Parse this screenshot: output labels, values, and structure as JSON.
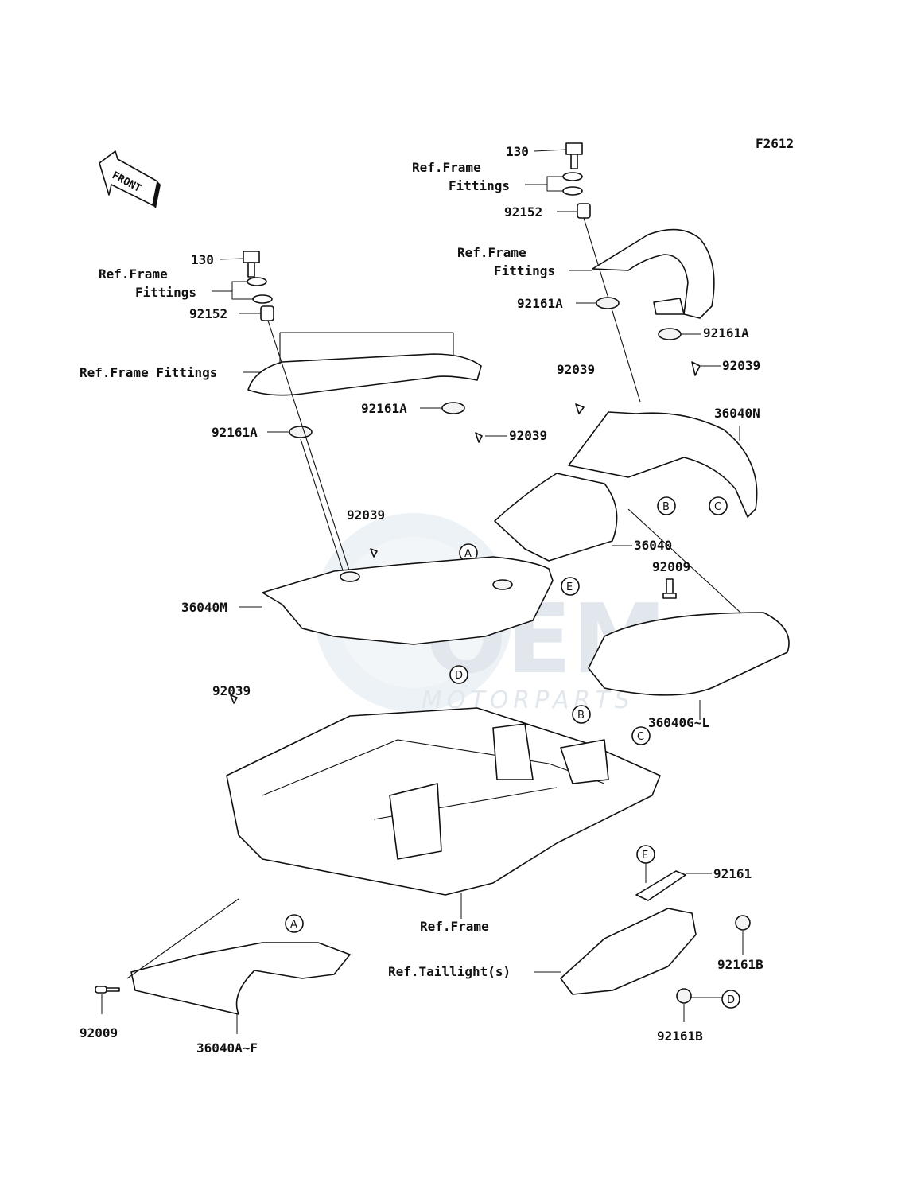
{
  "diagram_id": "F2612",
  "front_label": "FRONT",
  "watermark": {
    "brand": "OEM",
    "sub": "MOTORPARTS"
  },
  "part_labels": {
    "bolt_right": "130",
    "ref_frame_fittings_right_1a": "Ref.Frame",
    "ref_frame_fittings_right_1b": "Fittings",
    "collar_right": "92152",
    "ref_frame_fittings_right_2a": "Ref.Frame",
    "ref_frame_fittings_right_2b": "Fittings",
    "grommet_right_1": "92161A",
    "grommet_right_2": "92161A",
    "clip_right_1": "92039",
    "clip_right_2": "92039",
    "cover_right_upper": "36040N",
    "bolt_left": "130",
    "ref_frame_fittings_left_1a": "Ref.Frame",
    "ref_frame_fittings_left_1b": "Fittings",
    "collar_left": "92152",
    "ref_frame_fittings_left_2": "Ref.Frame Fittings",
    "grommet_center": "92161A",
    "grommet_left": "92161A",
    "clip_center": "92039",
    "clip_left_upper": "92039",
    "cover_center": "36040",
    "screw_right": "92009",
    "cover_left_upper": "36040M",
    "clip_left_lower": "92039",
    "cover_right_side": "36040G~L",
    "ref_frame": "Ref.Frame",
    "bracket": "92161",
    "grommet_b_1": "92161B",
    "ref_taillights": "Ref.Taillight(s)",
    "grommet_b_2": "92161B",
    "screw_left": "92009",
    "cover_left_side": "36040A~F"
  },
  "callouts": {
    "a1": "A",
    "a2": "A",
    "b1": "B",
    "b2": "B",
    "c1": "C",
    "c2": "C",
    "d1": "D",
    "d2": "D",
    "e1": "E",
    "e2": "E"
  }
}
